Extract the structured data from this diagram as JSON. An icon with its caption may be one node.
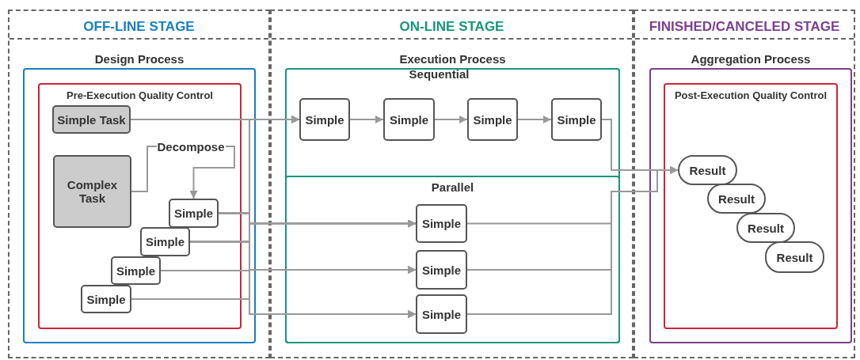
{
  "diagram": {
    "nodes": [
      {
        "text": [
          "OFF-LINE STAGE"
        ]
      },
      {
        "text": [
          "Design Process"
        ],
        "in": 0
      },
      {
        "text": [
          "Pre-Execution Quality Control"
        ],
        "in": 1
      },
      {
        "text": [
          "Simple Task"
        ],
        "in": 2
      },
      {
        "text": [
          "Complex Task"
        ],
        "in": 2
      },
      {
        "text": [
          "Simple"
        ],
        "in": 2
      },
      {
        "text": [
          "Simple"
        ],
        "in": 2
      },
      {
        "text": [
          "Simple"
        ],
        "in": 2
      },
      {
        "text": [
          "Simple"
        ],
        "in": 2
      },
      {
        "text": [
          "ON-LINE STAGE"
        ]
      },
      {
        "text": [
          "Execution Process",
          "Sequential"
        ],
        "in": 9
      },
      {
        "text": [
          "Parallel"
        ],
        "in": 10
      },
      {
        "text": [
          "Simple"
        ],
        "in": 10
      },
      {
        "text": [
          "Simple"
        ],
        "in": 10
      },
      {
        "text": [
          "Simple"
        ],
        "in": 10
      },
      {
        "text": [
          "Simple"
        ],
        "in": 10
      },
      {
        "text": [
          "Simple"
        ],
        "in": 11
      },
      {
        "text": [
          "Simple"
        ],
        "in": 11
      },
      {
        "text": [
          "Simple"
        ],
        "in": 11
      },
      {
        "text": [
          "FINISHED/CANCELED STAGE"
        ]
      },
      {
        "text": [
          "Aggregation Process"
        ],
        "in": 19
      },
      {
        "text": [
          "Post-Execution Quality Control"
        ],
        "in": 20
      },
      {
        "text": [
          "Result"
        ],
        "in": 21
      },
      {
        "text": [
          "Result"
        ],
        "in": 21
      },
      {
        "text": [
          "Result"
        ],
        "in": 21
      },
      {
        "text": [
          "Result"
        ],
        "in": 21
      }
    ],
    "edges": [
      {
        "from": 3,
        "to": 12,
        "arrow": "to"
      },
      {
        "from": 12,
        "to": 13,
        "arrow": "to"
      },
      {
        "from": 13,
        "to": 14,
        "arrow": "to"
      },
      {
        "from": 14,
        "to": 15,
        "arrow": "to"
      },
      {
        "from": 15,
        "to": 22,
        "arrow": "to"
      },
      {
        "from": 4,
        "to": 5,
        "arrow": "to",
        "label": "Decompose"
      },
      {
        "from": 5,
        "to": 12,
        "arrow": "to"
      },
      {
        "from": 5,
        "to": 16,
        "arrow": "to"
      },
      {
        "from": 5,
        "to": 17,
        "arrow": "to"
      },
      {
        "from": 5,
        "to": 18,
        "arrow": "to"
      },
      {
        "from": 6,
        "to": 12,
        "arrow": "to"
      },
      {
        "from": 6,
        "to": 16,
        "arrow": "to"
      },
      {
        "from": 6,
        "to": 17,
        "arrow": "to"
      },
      {
        "from": 6,
        "to": 18,
        "arrow": "to"
      },
      {
        "from": 7,
        "to": 12,
        "arrow": "to"
      },
      {
        "from": 7,
        "to": 16,
        "arrow": "to"
      },
      {
        "from": 7,
        "to": 17,
        "arrow": "to"
      },
      {
        "from": 7,
        "to": 18,
        "arrow": "to"
      },
      {
        "from": 8,
        "to": 12,
        "arrow": "to"
      },
      {
        "from": 8,
        "to": 16,
        "arrow": "to"
      },
      {
        "from": 8,
        "to": 17,
        "arrow": "to"
      },
      {
        "from": 8,
        "to": 18,
        "arrow": "to"
      },
      {
        "from": 16,
        "to": 22,
        "arrow": "to"
      },
      {
        "from": 17,
        "to": 22,
        "arrow": "to"
      },
      {
        "from": 18,
        "to": 22,
        "arrow": "to"
      }
    ]
  }
}
